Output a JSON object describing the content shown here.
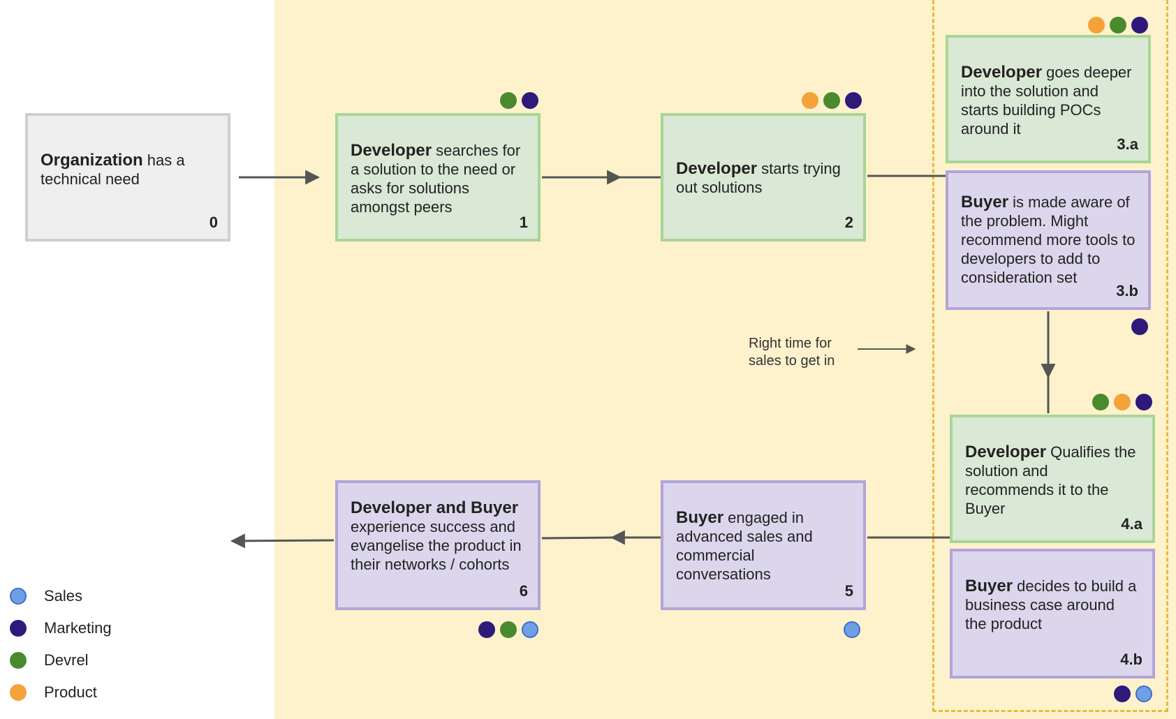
{
  "colors": {
    "sales": "#6fa0e6",
    "marketing": "#2e1a7a",
    "devrel": "#4a8a2e",
    "product": "#f4a23a",
    "band": "#fdf2cc",
    "dashed": "#e8bb3c",
    "arrow": "#555555"
  },
  "steps": [
    {
      "id": "0",
      "actor": "Organization",
      "text": " has a technical need",
      "num": "0",
      "dots": []
    },
    {
      "id": "1",
      "actor": "Developer",
      "text": " searches for a solution to the need or asks for solutions amongst peers",
      "num": "1",
      "dots": [
        "devrel",
        "marketing"
      ]
    },
    {
      "id": "2",
      "actor": "Developer",
      "text": " starts trying out solutions",
      "num": "2",
      "dots": [
        "product",
        "devrel",
        "marketing"
      ]
    },
    {
      "id": "3a",
      "actor": "Developer",
      "text": " goes deeper into the solution and starts building POCs around it",
      "num": "3.a",
      "dots": [
        "product",
        "devrel",
        "marketing"
      ]
    },
    {
      "id": "3b",
      "actor": "Buyer",
      "text": " is made aware of the problem. Might recommend more tools to developers to add to consideration set",
      "num": "3.b",
      "dots": [
        "marketing"
      ]
    },
    {
      "id": "4a",
      "actor": "Developer",
      "text": " Qualifies the solution and recommends it to the Buyer",
      "num": "4.a",
      "dots": [
        "devrel",
        "product",
        "marketing"
      ]
    },
    {
      "id": "4b",
      "actor": "Buyer",
      "text": " decides to build a business case around the product",
      "num": "4.b",
      "dots": [
        "marketing",
        "sales"
      ]
    },
    {
      "id": "5",
      "actor": "Buyer",
      "text": " engaged in advanced sales and commercial conversations",
      "num": "5",
      "dots": [
        "sales"
      ]
    },
    {
      "id": "6",
      "actor": "Developer and Buyer",
      "text": " experience success and evangelise the product in their networks / cohorts",
      "num": "6",
      "dots": [
        "marketing",
        "devrel",
        "sales"
      ]
    }
  ],
  "note": {
    "line1": "Right time for",
    "line2": "sales  to get in"
  },
  "legend": [
    {
      "key": "sales",
      "label": "Sales"
    },
    {
      "key": "marketing",
      "label": "Marketing"
    },
    {
      "key": "devrel",
      "label": "Devrel"
    },
    {
      "key": "product",
      "label": "Product"
    }
  ]
}
